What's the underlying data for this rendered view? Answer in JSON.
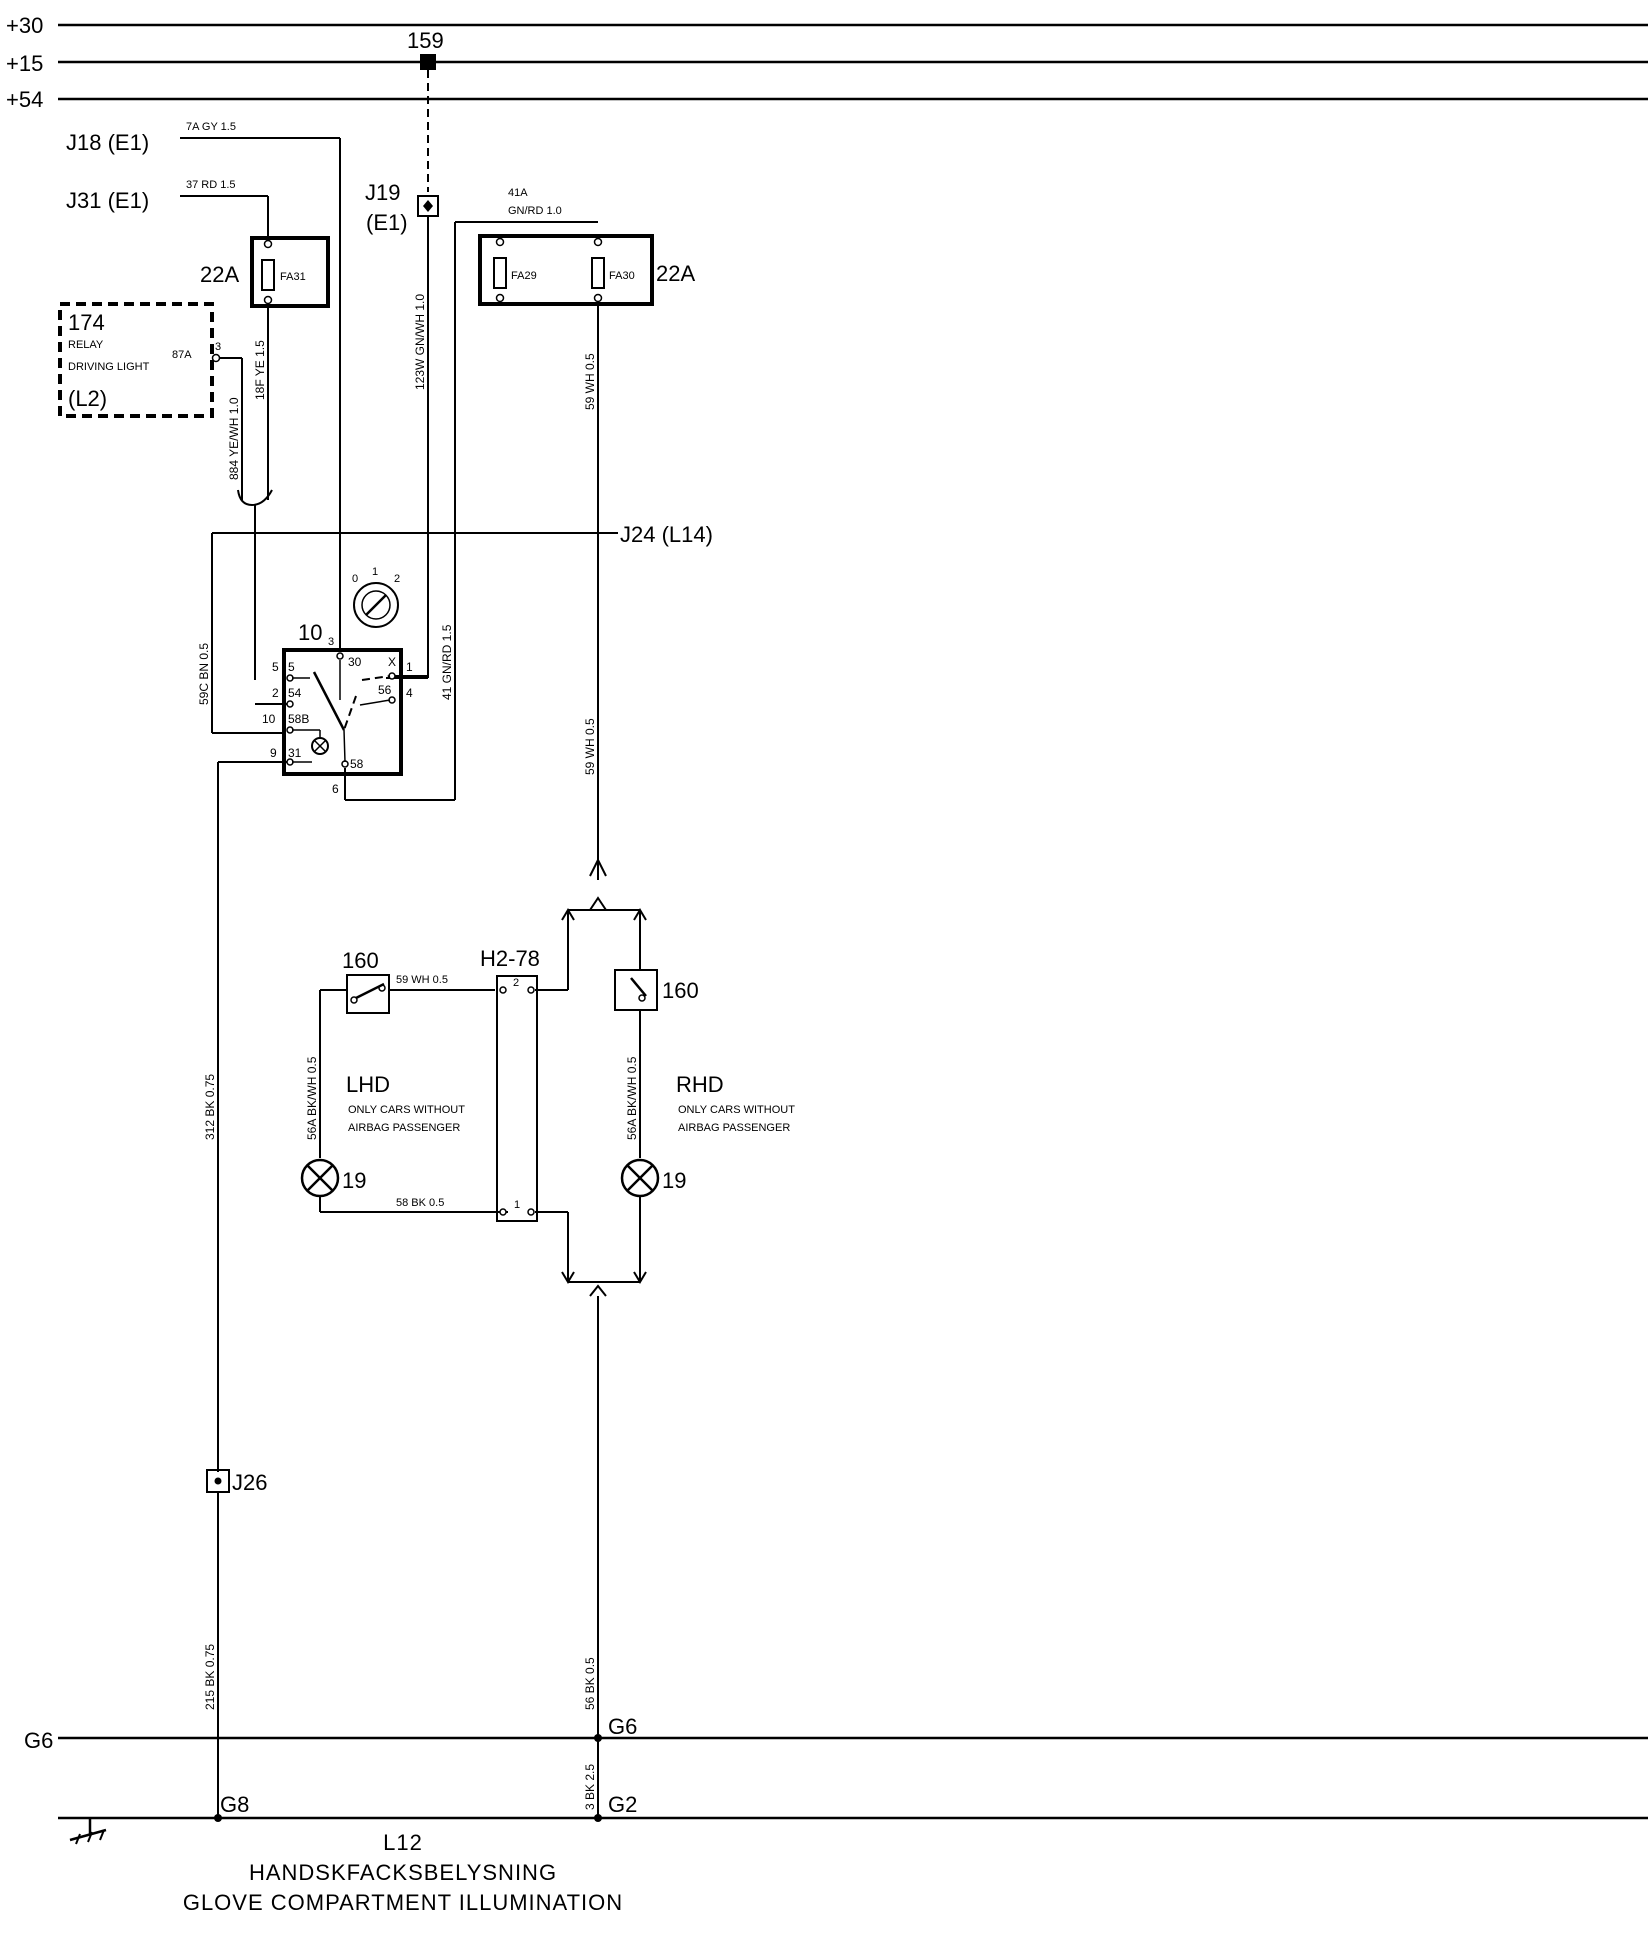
{
  "rails": {
    "r30": "+30",
    "r15": "+15",
    "r54": "+54",
    "g6_left": "G6"
  },
  "components": {
    "c159": "159",
    "j18": "J18 (E1)",
    "j31": "J31 (E1)",
    "j19": "J19",
    "j19_sub": "(E1)",
    "fuse_left_amp": "22A",
    "fuse_fa31": "FA31",
    "fuse_fa29": "FA29",
    "fuse_fa30": "FA30",
    "fuse_right_amp": "22A",
    "relay_num": "174",
    "relay_l1": "RELAY",
    "relay_l2": "DRIVING LIGHT",
    "relay_loc": "(L2)",
    "relay_pin": "87A",
    "relay_pin_num": "3",
    "j24": "J24 (L14)",
    "switch_num": "10",
    "switch_dial": [
      "0",
      "1",
      "2"
    ],
    "sw_pins": {
      "p3": "3",
      "p30": "30",
      "px": "X",
      "p1": "1",
      "p5l": "5",
      "p5": "5",
      "p2": "2",
      "p54": "54",
      "p56": "56",
      "p4": "4",
      "p10": "10",
      "p58b": "58B",
      "p9": "9",
      "p31": "31",
      "p58": "58",
      "p6": "6"
    },
    "c160_left": "160",
    "c160_right": "160",
    "h278": "H2-78",
    "h_pin2": "2",
    "h_pin1": "1",
    "lhd": "LHD",
    "lhd_note1": "ONLY CARS WITHOUT",
    "lhd_note2": "AIRBAG PASSENGER",
    "rhd": "RHD",
    "rhd_note1": "ONLY CARS WITHOUT",
    "rhd_note2": "AIRBAG PASSENGER",
    "lamp_left": "19",
    "lamp_right": "19",
    "j26": "J26",
    "g6_right": "G6",
    "g8": "G8",
    "g2": "G2"
  },
  "wires": {
    "w7a": "7A GY 1.5",
    "w37": "37 RD 1.5",
    "w41a_1": "41A",
    "w41a_2": "GN/RD 1.0",
    "w123w": "123W GN/WH 1.0",
    "w18f": "18F YE 1.5",
    "w884": "884 YE/WH 1.0",
    "w59_top": "59 WH 0.5",
    "w59c": "59C BN 0.5",
    "w41": "41 GN/RD 1.5",
    "w59_mid": "59 WH 0.5",
    "w59_h": "59 WH 0.5",
    "w56a_left": "56A BK/WH 0.5",
    "w56a_right": "56A BK/WH 0.5",
    "w58": "58 BK 0.5",
    "w312": "312 BK 0.75",
    "w215": "215 BK 0.75",
    "w56": "56 BK 0.5",
    "w3": "3 BK 2.5"
  },
  "footer": {
    "code": "L12",
    "swedish": "HANDSKFACKSBELYSNING",
    "english": "GLOVE COMPARTMENT ILLUMINATION"
  }
}
